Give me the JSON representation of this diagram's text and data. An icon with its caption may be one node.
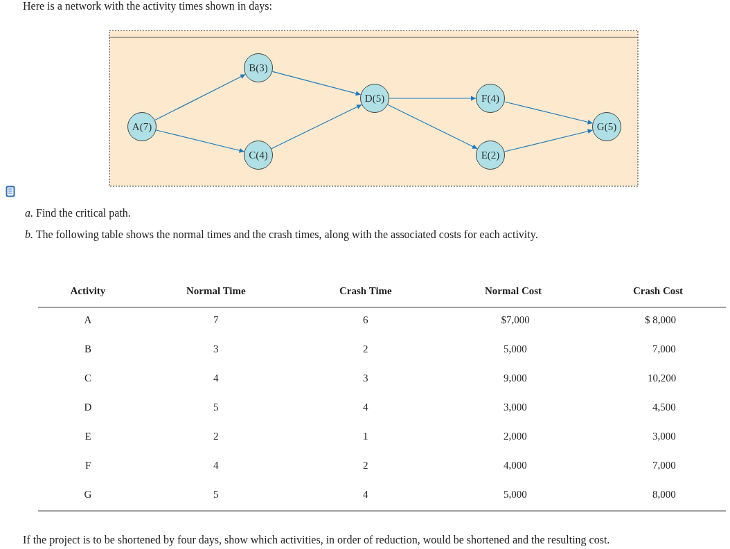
{
  "diagram": {
    "nodes": [
      {
        "text": [
          "A(7)"
        ]
      },
      {
        "text": [
          "B(3)"
        ]
      },
      {
        "text": [
          "C(4)"
        ]
      },
      {
        "text": [
          "D(5)"
        ]
      },
      {
        "text": [
          "F(4)"
        ]
      },
      {
        "text": [
          "E(2)"
        ]
      },
      {
        "text": [
          "G(5)"
        ]
      }
    ],
    "edges": [
      {
        "from": 0,
        "to": 1,
        "arrow": "to"
      },
      {
        "from": 0,
        "to": 2,
        "arrow": "to"
      },
      {
        "from": 1,
        "to": 3,
        "arrow": "to"
      },
      {
        "from": 2,
        "to": 3,
        "arrow": "to"
      },
      {
        "from": 3,
        "to": 4,
        "arrow": "to"
      },
      {
        "from": 3,
        "to": 5,
        "arrow": "to"
      },
      {
        "from": 4,
        "to": 6,
        "arrow": "to"
      },
      {
        "from": 5,
        "to": 6,
        "arrow": "to"
      }
    ],
    "labels": [
      "Here is a network with the activity times shown in days:",
      "*a.* Find the critical path.",
      "*b.* The following table shows the normal times and the crash times, along with the associated costs for each activity.",
      "Activity",
      "Normal Time",
      "Crash Time",
      "Normal Cost",
      "Crash Cost",
      "A",
      "7",
      "6",
      "$7,000",
      "$ 8,000",
      "B",
      "3",
      "2",
      "5,000",
      "7,000",
      "C",
      "4",
      "3",
      "9,000",
      "10,200",
      "D",
      "5",
      "4",
      "3,000",
      "4,500",
      "E",
      "2",
      "1",
      "2,000",
      "3,000",
      "F",
      "4",
      "2",
      "4,000",
      "7,000",
      "G",
      "5",
      "4",
      "5,000",
      "8,000",
      "If the project is to be shortened by four days, show which activities, in order of reduction, would be shortened and the resulting cost."
    ]
  }
}
